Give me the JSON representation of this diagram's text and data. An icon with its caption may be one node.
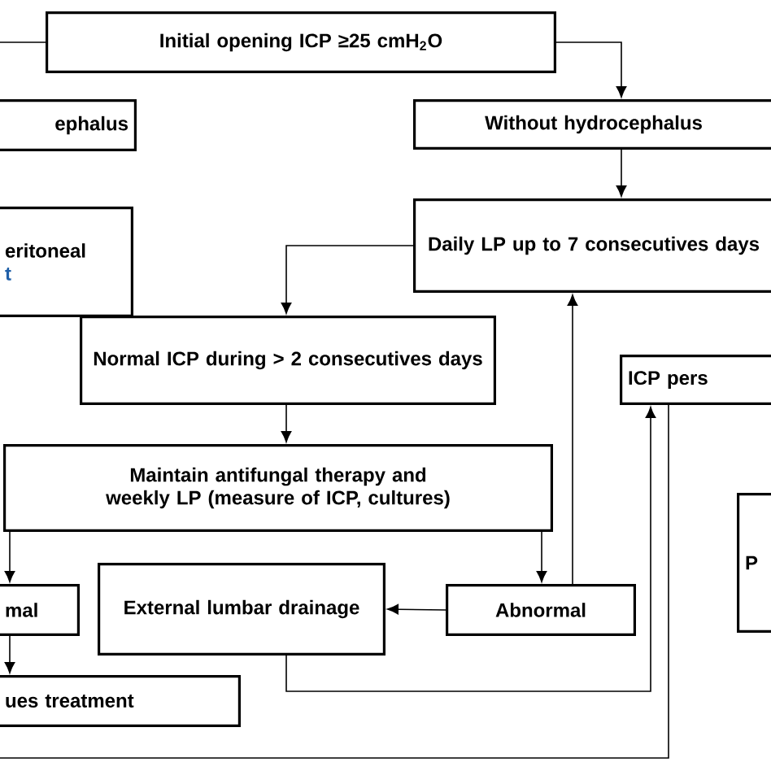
{
  "diagram": {
    "nodes": [
      {
        "text": [
          "Initial opening ICP ≥25 cmH$_{2}$O"
        ]
      },
      {
        "text": [
          "ephalus"
        ]
      },
      {
        "text": [
          "Without hydrocephalus"
        ]
      },
      {
        "text": [
          "eritoneal",
          "t"
        ]
      },
      {
        "text": [
          "Daily LP up to 7 consecutives days"
        ]
      },
      {
        "text": [
          "Normal ICP during > 2 consecutives days"
        ]
      },
      {
        "text": [
          "Maintain antifungal therapy and weekly LP (measure of ICP, cultures)"
        ]
      },
      {
        "text": [
          "ICP pers"
        ]
      },
      {
        "text": [
          "P"
        ]
      },
      {
        "text": [
          "mal"
        ]
      },
      {
        "text": [
          "External lumbar drainage"
        ]
      },
      {
        "text": [
          "Abnormal"
        ]
      },
      {
        "text": [
          "ues treatment"
        ]
      }
    ],
    "edges": [
      {
        "from": 0,
        "to": 2,
        "arrow": "to"
      },
      {
        "from": 2,
        "to": 4,
        "arrow": "to"
      },
      {
        "from": 4,
        "to": 5,
        "arrow": "to"
      },
      {
        "from": 5,
        "to": 6,
        "arrow": "to"
      },
      {
        "from": 6,
        "to": 9,
        "arrow": "to"
      },
      {
        "from": 6,
        "to": 11,
        "arrow": "to"
      },
      {
        "from": 11,
        "to": 10,
        "arrow": "to"
      },
      {
        "from": 9,
        "to": 12,
        "arrow": "to"
      },
      {
        "from": 11,
        "to": 4,
        "arrow": "to"
      },
      {
        "from": 10,
        "to": 7,
        "arrow": "to"
      },
      {
        "from": 7,
        "to": null,
        "arrow": "none"
      },
      {
        "from": 0,
        "to": null,
        "arrow": "none"
      }
    ]
  }
}
